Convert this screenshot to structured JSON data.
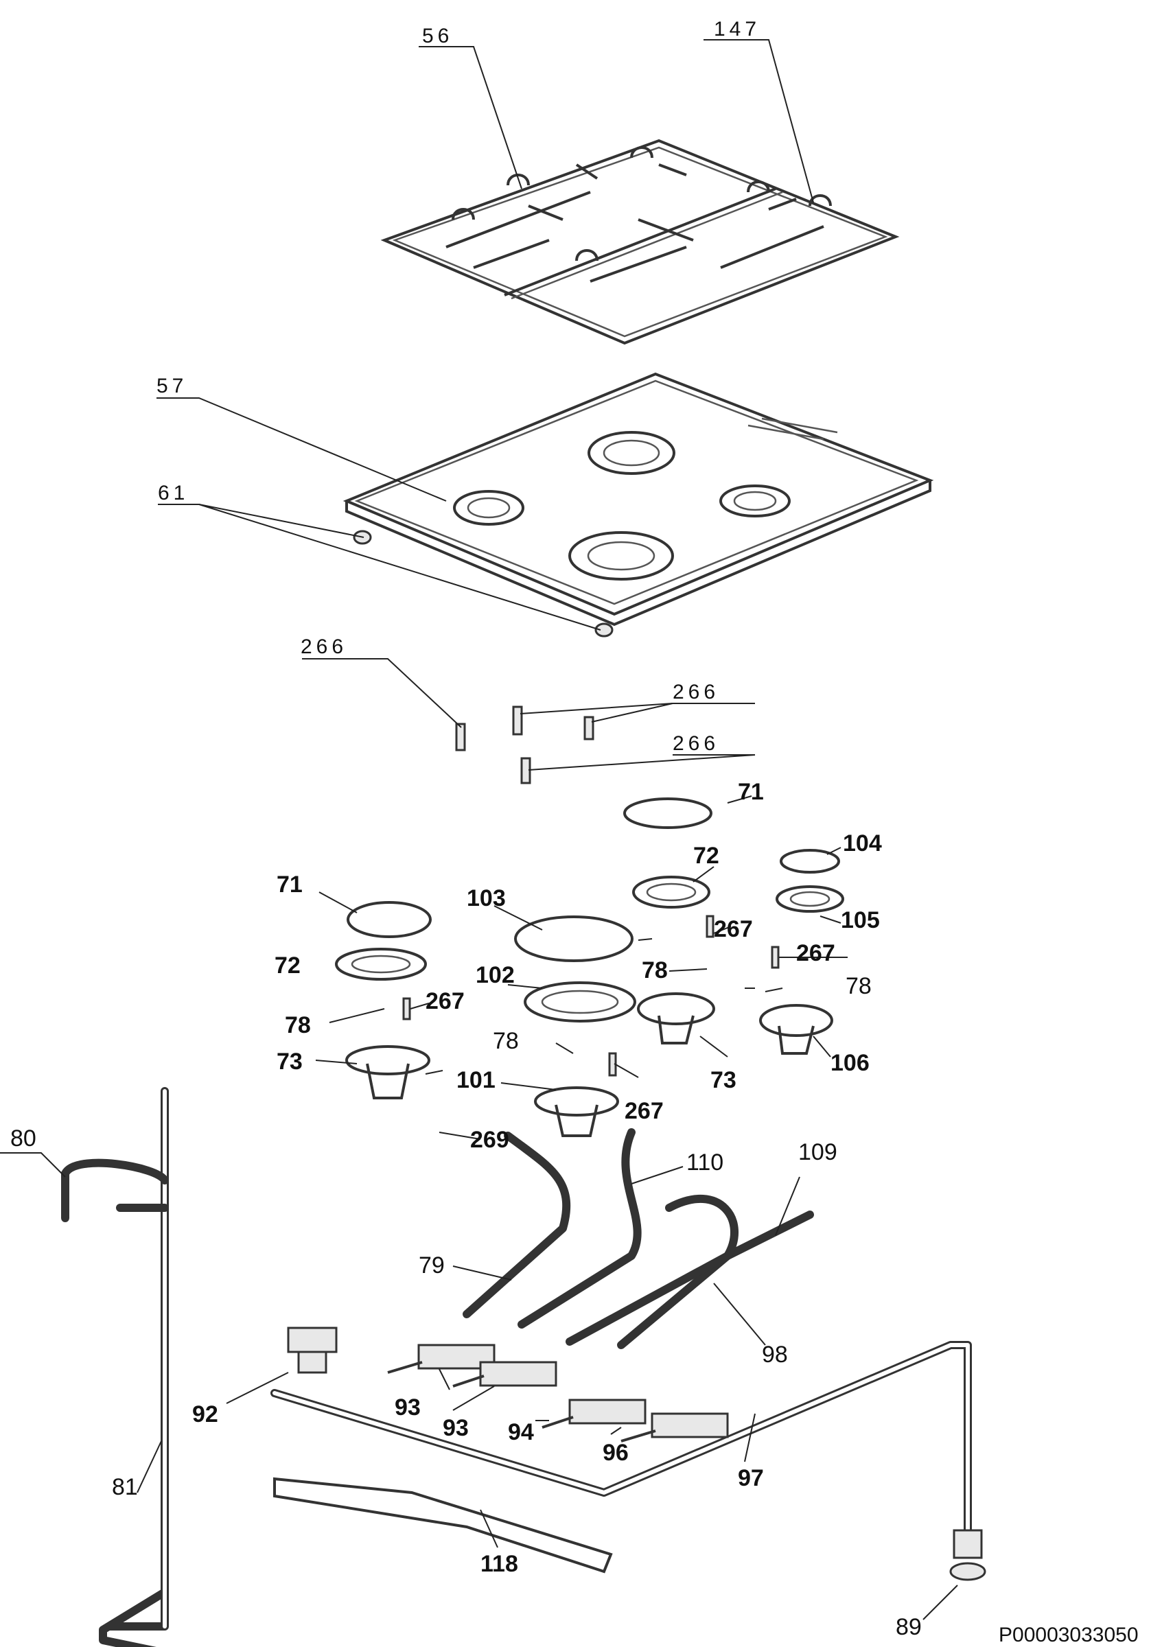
{
  "diagram": {
    "labels": [
      {
        "id": "l56",
        "text": "56",
        "style": "thin"
      },
      {
        "id": "l147",
        "text": "147",
        "style": "thin"
      },
      {
        "id": "l57",
        "text": "57",
        "style": "thin"
      },
      {
        "id": "l61",
        "text": "61",
        "style": "thin"
      },
      {
        "id": "l266a",
        "text": "266",
        "style": "thin"
      },
      {
        "id": "l266b",
        "text": "266",
        "style": "thin"
      },
      {
        "id": "l266c",
        "text": "266",
        "style": "thin"
      },
      {
        "id": "l71a",
        "text": "71",
        "style": "bold"
      },
      {
        "id": "l104",
        "text": "104",
        "style": "bold"
      },
      {
        "id": "l72a",
        "text": "72",
        "style": "bold"
      },
      {
        "id": "l71b",
        "text": "71",
        "style": "bold"
      },
      {
        "id": "l103",
        "text": "103",
        "style": "bold"
      },
      {
        "id": "l105",
        "text": "105",
        "style": "bold"
      },
      {
        "id": "l267a",
        "text": "267",
        "style": "bold"
      },
      {
        "id": "l267b",
        "text": "267",
        "style": "bold"
      },
      {
        "id": "l72b",
        "text": "72",
        "style": "bold"
      },
      {
        "id": "l78a",
        "text": "78",
        "style": "bold"
      },
      {
        "id": "l78b",
        "text": "78",
        "style": "reg"
      },
      {
        "id": "l102",
        "text": "102",
        "style": "bold"
      },
      {
        "id": "l267c",
        "text": "267",
        "style": "bold"
      },
      {
        "id": "l78c",
        "text": "78",
        "style": "bold"
      },
      {
        "id": "l78d",
        "text": "78",
        "style": "reg"
      },
      {
        "id": "l73a",
        "text": "73",
        "style": "bold"
      },
      {
        "id": "l73b",
        "text": "73",
        "style": "bold"
      },
      {
        "id": "l106",
        "text": "106",
        "style": "bold"
      },
      {
        "id": "l101",
        "text": "101",
        "style": "bold"
      },
      {
        "id": "l267d",
        "text": "267",
        "style": "bold"
      },
      {
        "id": "l269",
        "text": "269",
        "style": "bold"
      },
      {
        "id": "l80",
        "text": "80",
        "style": "reg"
      },
      {
        "id": "l110",
        "text": "110",
        "style": "reg"
      },
      {
        "id": "l109",
        "text": "109",
        "style": "reg"
      },
      {
        "id": "l79",
        "text": "79",
        "style": "reg"
      },
      {
        "id": "l98",
        "text": "98",
        "style": "reg"
      },
      {
        "id": "l92",
        "text": "92",
        "style": "bold"
      },
      {
        "id": "l93a",
        "text": "93",
        "style": "bold"
      },
      {
        "id": "l93b",
        "text": "93",
        "style": "bold"
      },
      {
        "id": "l94",
        "text": "94",
        "style": "bold"
      },
      {
        "id": "l96",
        "text": "96",
        "style": "bold"
      },
      {
        "id": "l97",
        "text": "97",
        "style": "bold"
      },
      {
        "id": "l81",
        "text": "81",
        "style": "reg"
      },
      {
        "id": "l118",
        "text": "118",
        "style": "bold"
      },
      {
        "id": "l89",
        "text": "89",
        "style": "reg"
      }
    ],
    "document_code": "P00003033050"
  }
}
